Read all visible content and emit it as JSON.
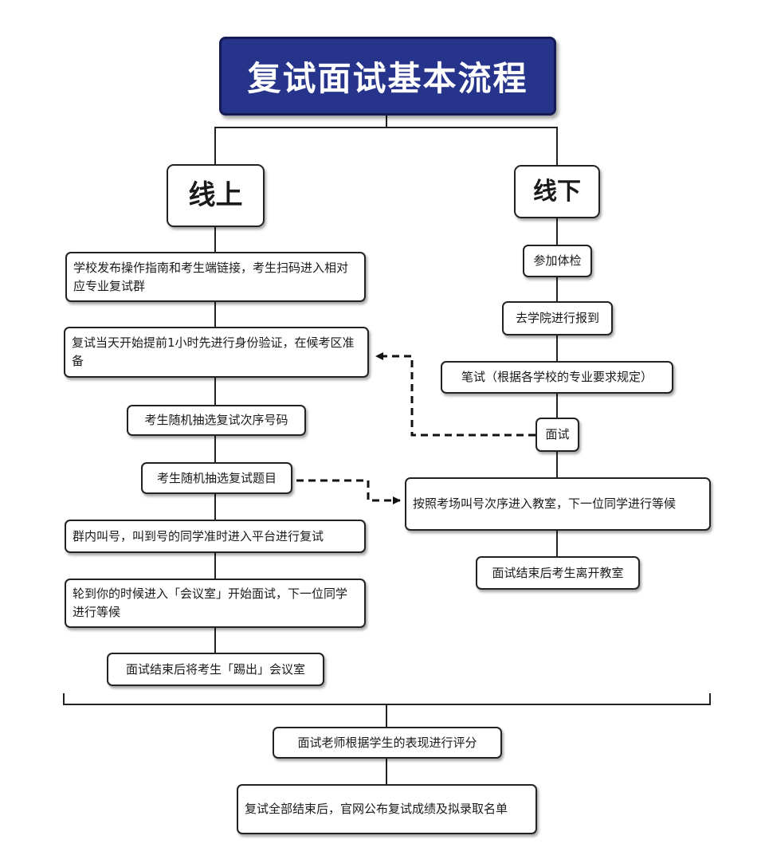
{
  "title": "复试面试基本流程",
  "branches": {
    "online": "线上",
    "offline": "线下"
  },
  "online_steps": [
    "学校发布操作指南和考生端链接，考生扫码进入相对应专业复试群",
    "复试当天开始提前1小时先进行身份验证，在候考区准备",
    "考生随机抽选复试次序号码",
    "考生随机抽选复试题目",
    "群内叫号，叫到号的同学准时进入平台进行复试",
    "轮到你的时候进入「会议室」开始面试，下一位同学进行等候",
    "面试结束后将考生「踢出」会议室"
  ],
  "offline_steps": [
    "参加体检",
    "去学院进行报到",
    "笔试（根据各学校的专业要求规定）",
    "面试",
    "按照考场叫号次序进入教室，下一位同学进行等候",
    "面试结束后考生离开教室"
  ],
  "final_steps": [
    "面试老师根据学生的表现进行评分",
    "复试全部结束后，官网公布复试成绩及拟录取名单"
  ]
}
